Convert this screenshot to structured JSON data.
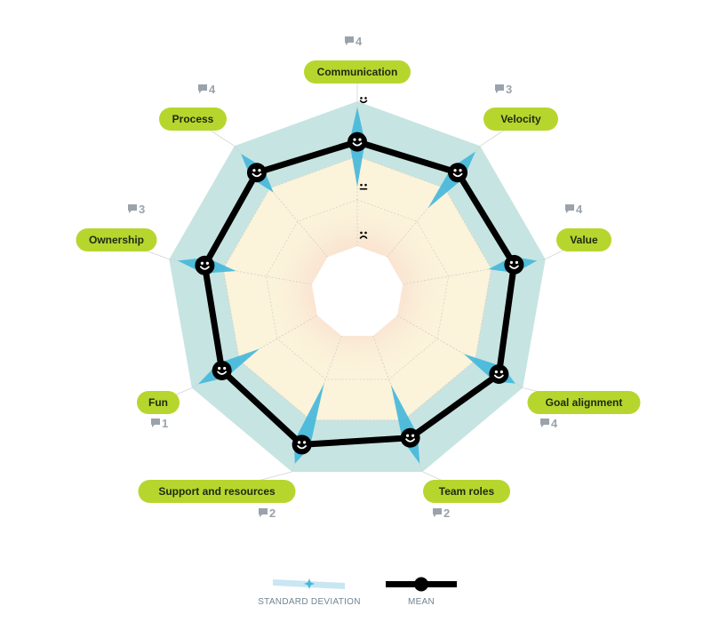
{
  "chart_data": {
    "type": "radar",
    "scale": {
      "min": 0,
      "max": 10,
      "scale_icons": [
        "sad-face",
        "neutral-face",
        "happy-face"
      ]
    },
    "categories": [
      "Communication",
      "Velocity",
      "Value",
      "Goal alignment",
      "Team roles",
      "Support and resources",
      "Fun",
      "Ownership",
      "Process"
    ],
    "comment_counts": [
      4,
      3,
      4,
      4,
      2,
      2,
      1,
      3,
      4
    ],
    "series": [
      {
        "name": "MEAN",
        "values": [
          7.2,
          7.6,
          7.8,
          8.1,
          7.5,
          8.0,
          7.6,
          7.5,
          7.6
        ],
        "color": "#000000"
      }
    ],
    "std_deviation": {
      "name": "STANDARD DEVIATION",
      "upper": [
        9.6,
        9.5,
        9.4,
        9.4,
        9.4,
        9.4,
        9.5,
        9.4,
        9.3
      ],
      "lower": [
        4.1,
        4.4,
        6.0,
        5.3,
        3.6,
        3.5,
        4.6,
        5.3,
        5.8
      ],
      "color": "#43b7da"
    },
    "colors": {
      "label_fill": "#b6d62e",
      "outer_band": "#c6e4e2",
      "inner_band": "#fbf3da",
      "center_band": "#f8d8cd"
    },
    "legend": [
      {
        "label": "STANDARD DEVIATION",
        "icon": "std-deviation-swatch"
      },
      {
        "label": "MEAN",
        "icon": "mean-line-swatch"
      }
    ]
  }
}
